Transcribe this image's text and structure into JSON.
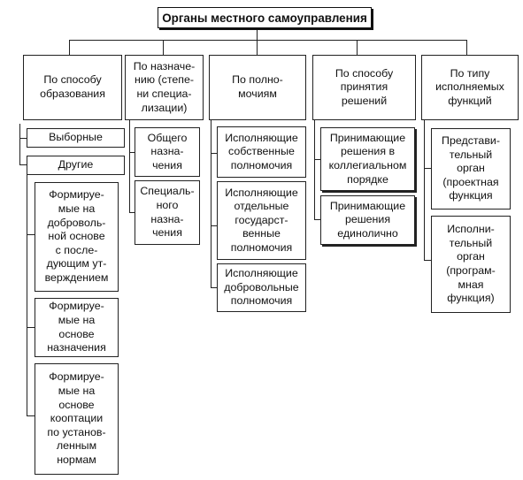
{
  "title": "Органы местного самоуправления",
  "categories": [
    {
      "label": "По способу\nобразования",
      "items": [
        "Выборные",
        "Другие"
      ],
      "subitems": [
        "Формируе-\nмые на\nдоброволь-\nной основе\nс после-\nдующим ут-\nверждением",
        "Формируе-\nмые на\nоснове\nназначения",
        "Формируе-\nмые на\nоснове\nкооптации\nпо установ-\nленным\nнормам"
      ]
    },
    {
      "label": "По назначе-\nнию (степе-\nни специа-\nлизации)",
      "items": [
        "Общего\nназна-\nчения",
        "Специаль-\nного\nназна-\nчения"
      ]
    },
    {
      "label": "По полно-\nмочиям",
      "items": [
        "Исполняющие\nсобственные\nполномочия",
        "Исполняющие\nотдельные\nгосударст-\nвенные\nполномочия",
        "Исполняющие\nдобровольные\nполномочия"
      ]
    },
    {
      "label": "По способу\nпринятия\nрешений",
      "items": [
        "Принимающие\nрешения в\nколлегиальном\nпорядке",
        "Принимающие\nрешения\nединолично"
      ]
    },
    {
      "label": "По типу\nисполняемых\nфункций",
      "items": [
        "Представи-\nтельный\nорган\n(проектная\nфункция",
        "Исполни-\nтельный\nорган\n(програм-\nмная\nфункция)"
      ]
    }
  ]
}
